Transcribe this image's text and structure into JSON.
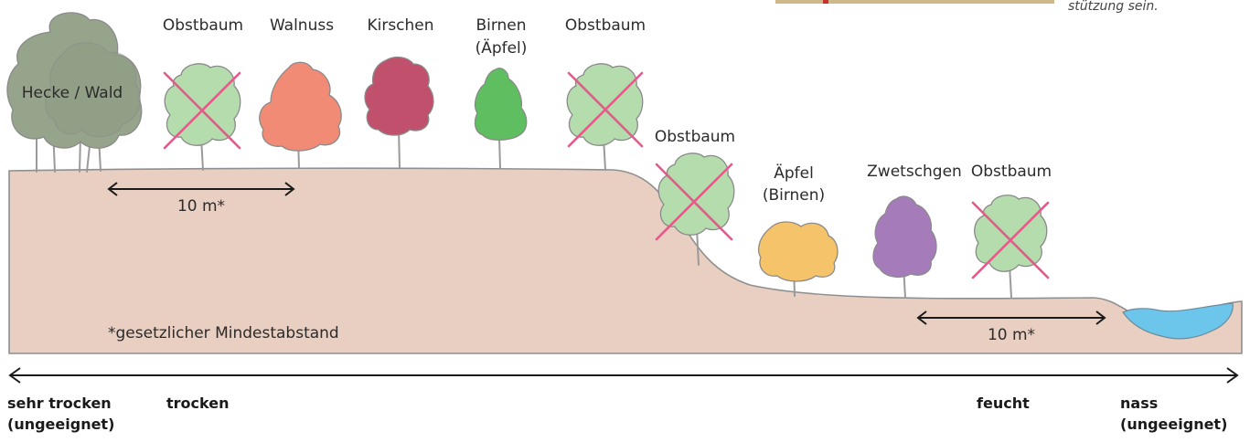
{
  "labels": {
    "hedge": "Hecke / Wald",
    "top_left_1": "Obstbaum",
    "walnut": "Walnuss",
    "cherries": "Kirschen",
    "pears_line1": "Birnen",
    "pears_line2": "(Äpfel)",
    "top_right": "Obstbaum",
    "slope": "Obstbaum",
    "apples_line1": "Äpfel",
    "apples_line2": "(Birnen)",
    "plums": "Zwetschgen",
    "bottom_right": "Obstbaum"
  },
  "distances": {
    "left": "10 m*",
    "right": "10 m*"
  },
  "note": "*gesetzlicher Mindestabstand",
  "caption_fragment": "stützung sein.",
  "scale": {
    "very_dry_line1": "sehr trocken",
    "very_dry_line2": "(ungeeignet)",
    "dry": "trocken",
    "moist": "feucht",
    "wet_line1": "nass",
    "wet_line2": "(ungeeignet)"
  },
  "colors": {
    "ground": "#e8cfc2",
    "hedge": "#95a48b",
    "unsuitable_tree": "#b5dcad",
    "walnut": "#f18b75",
    "cherries": "#c0506b",
    "pears": "#5fbe5f",
    "apples": "#f5c46a",
    "plums": "#a57bb9",
    "water": "#6cc6ec",
    "cross": "#e45a8a"
  }
}
